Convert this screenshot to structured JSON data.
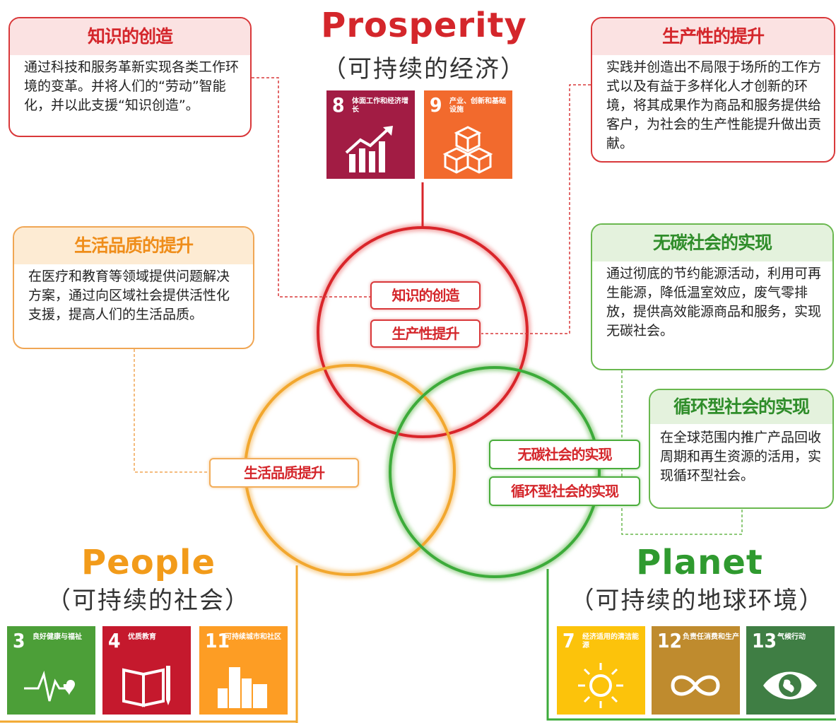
{
  "colors": {
    "red": "#d4262b",
    "orange": "#ef8d1a",
    "green": "#2f8d2a",
    "circle_red": "#d9252a",
    "circle_orange": "#f2a72e",
    "circle_green": "#3cab3a"
  },
  "prosperity": {
    "title": "Prosperity",
    "subtitle": "（可持续的经济）",
    "sdgs": [
      {
        "num": "8",
        "text": "体面工作和经济增长",
        "color": "#a21c44",
        "icon": "growth-chart-icon"
      },
      {
        "num": "9",
        "text": "产业、创新和基础设施",
        "color": "#f26a2d",
        "icon": "cubes-icon"
      }
    ]
  },
  "people": {
    "title": "People",
    "subtitle": "（可持续的社会）",
    "sdgs": [
      {
        "num": "3",
        "text": "良好健康与福祉",
        "color": "#4c9f38",
        "icon": "heartbeat-icon"
      },
      {
        "num": "4",
        "text": "优质教育",
        "color": "#c5192d",
        "icon": "book-icon"
      },
      {
        "num": "11",
        "text": "可持续城市和社区",
        "color": "#fd9d24",
        "icon": "city-icon"
      }
    ]
  },
  "planet": {
    "title": "Planet",
    "subtitle": "（可持续的地球环境）",
    "sdgs": [
      {
        "num": "7",
        "text": "经济适用的清洁能源",
        "color": "#fcc30b",
        "icon": "sun-icon"
      },
      {
        "num": "12",
        "text": "负责任消费和生产",
        "color": "#bf8b2e",
        "icon": "infinity-icon"
      },
      {
        "num": "13",
        "text": "气候行动",
        "color": "#3f7e44",
        "icon": "eye-globe-icon"
      }
    ]
  },
  "cards": {
    "knowledge": {
      "title": "知识的创造",
      "body": "通过科技和服务革新实现各类工作环境的变革。并将人们的“劳动”智能化，并以此支援“知识创造”。"
    },
    "productivity": {
      "title": "生产性的提升",
      "body": "实践并创造出不局限于场所的工作方式以及有益于多样化人才创新的环境，将其成果作为商品和服务提供给客户，为社会的生产性能提升做出贡献。"
    },
    "quality": {
      "title": "生活品质的提升",
      "body": "在医疗和教育等领域提供问题解决方案，通过向区域社会提供活性化支援，提高人们的生活品质。"
    },
    "carbon": {
      "title": "无碳社会的实现",
      "body": "通过彻底的节约能源活动，利用可再生能源，降低温室效应，废气零排放，提供高效能源商品和服务，实现无碳社会。"
    },
    "circular": {
      "title": "循环型社会的实现",
      "body": "在全球范围内推广产品回收周期和再生资源的活用，实现循环型社会。"
    }
  },
  "pills": {
    "knowledge": "知识的创造",
    "productivity": "生产性提升",
    "quality": "生活品质提升",
    "carbon": "无碳社会的实现",
    "circular": "循环型社会的实现"
  }
}
